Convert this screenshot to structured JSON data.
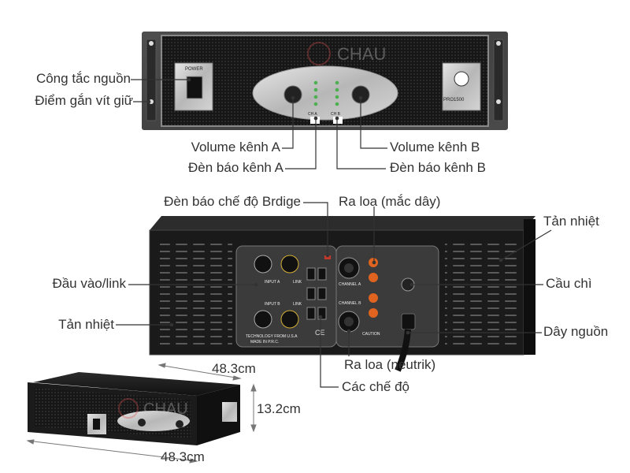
{
  "front": {
    "panel_power": "POWER",
    "panel_model": "PRO1500",
    "panel_ch_a": "CH A",
    "panel_ch_b": "CH B",
    "labels": {
      "power_switch": "Công tắc nguồn",
      "mount_point": "Điểm gắn vít giữ",
      "volume_a": "Volume kênh A",
      "led_a": "Đèn báo kênh A",
      "volume_b": "Volume kênh B",
      "led_b": "Đèn báo kênh B"
    }
  },
  "rear": {
    "panel_input_a": "INPUT A",
    "panel_input_b": "INPUT B",
    "panel_link": "LINK",
    "panel_channel_a": "CHANNEL A",
    "panel_channel_b": "CHANNEL B",
    "panel_tech": "TECHNOLOGY FROM U.S.A",
    "panel_made": "MADE IN P.R.C.",
    "panel_caution": "CAUTION",
    "panel_ce": "CE",
    "labels": {
      "bridge_led": "Đèn báo chế độ Brdige",
      "speaker_wire": "Ra loa (mắc dây)",
      "heatsink_top": "Tản nhiệt",
      "input_link": "Đầu vào/link",
      "fuse": "Cầu chì",
      "heatsink_left": "Tản nhiệt",
      "power_cord": "Dây nguồn",
      "speaker_neutrik": "Ra loa (neutrik)",
      "modes": "Các chế độ"
    }
  },
  "dimensions": {
    "width_top": "48.3cm",
    "height": "13.2cm",
    "width_bottom": "48.3cm"
  },
  "watermark": "CHAU"
}
